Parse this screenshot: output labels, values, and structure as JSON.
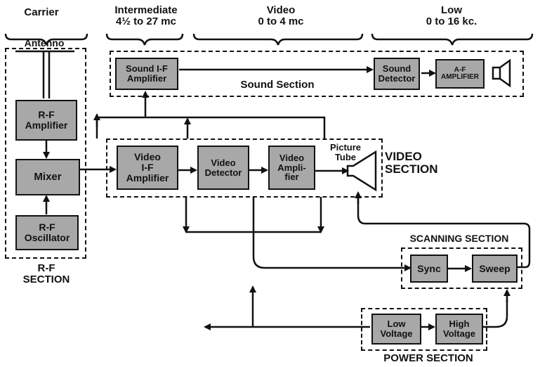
{
  "bands": {
    "carrier": "Carrier",
    "intermediate": "Intermediate\n4½ to 27 mc",
    "video": "Video\n0 to 4 mc",
    "low": "Low\n0 to 16 kc."
  },
  "blocks": {
    "antenna": "Antenno",
    "rf_amplifier": "R-F\nAmplifier",
    "mixer": "Mixer",
    "rf_oscillator": "R-F\nOscillator",
    "sound_if_amplifier": "Sound I-F\nAmplifier",
    "sound_detector": "Sound\nDetector",
    "af_amplifier": "A-F\nAMPLIFIER",
    "video_if_amplifier": "Video\nI-F\nAmplifier",
    "video_detector": "Video\nDetector",
    "video_amplifier": "Video\nAmpli-\nfier",
    "picture_tube": "Picture\nTube",
    "sync": "Sync",
    "sweep": "Sweep",
    "low_voltage": "Low\nVoltage",
    "high_voltage": "High\nVoltage"
  },
  "sections": {
    "rf": "R-F\nSECTION",
    "sound": "Sound Section",
    "video": "VIDEO\nSECTION",
    "scanning": "SCANNING SECTION",
    "power": "POWER SECTION"
  }
}
